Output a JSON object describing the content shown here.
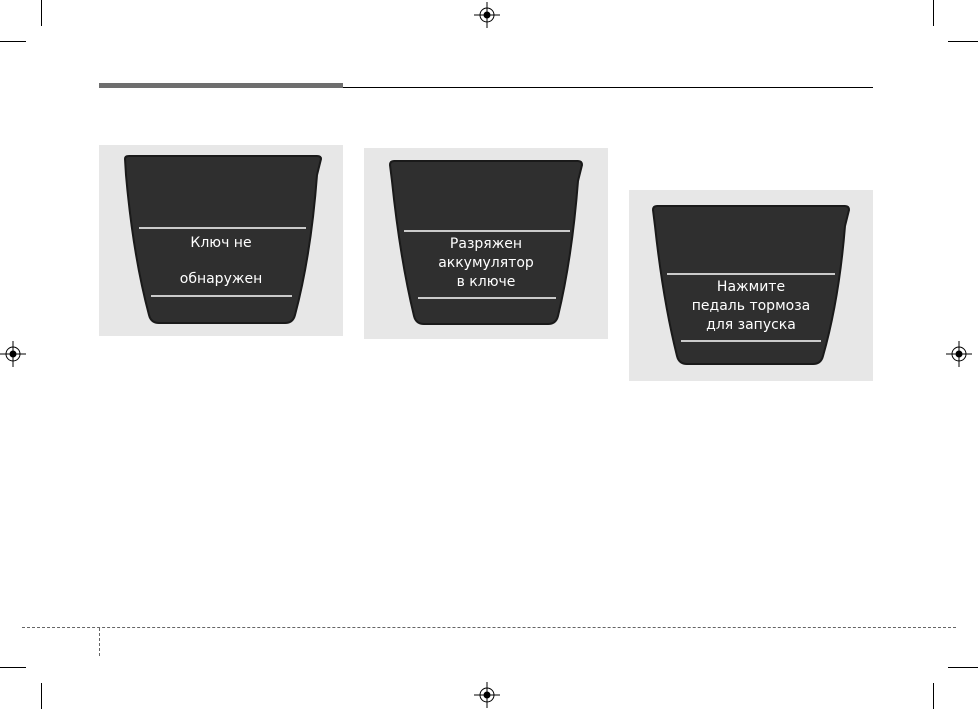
{
  "displays": [
    {
      "lines": [
        "Ключ не",
        "обнаружен"
      ]
    },
    {
      "lines": [
        "Разряжен",
        "аккумулятор",
        "в ключе"
      ]
    },
    {
      "lines": [
        "Нажмите",
        "педаль тормоза",
        "для запуска"
      ]
    }
  ],
  "colors": {
    "panel_background": "#e7e7e7",
    "display_fill": "#2f2f2f",
    "display_text": "#ffffff",
    "header_bar": "#6e6e6e"
  }
}
